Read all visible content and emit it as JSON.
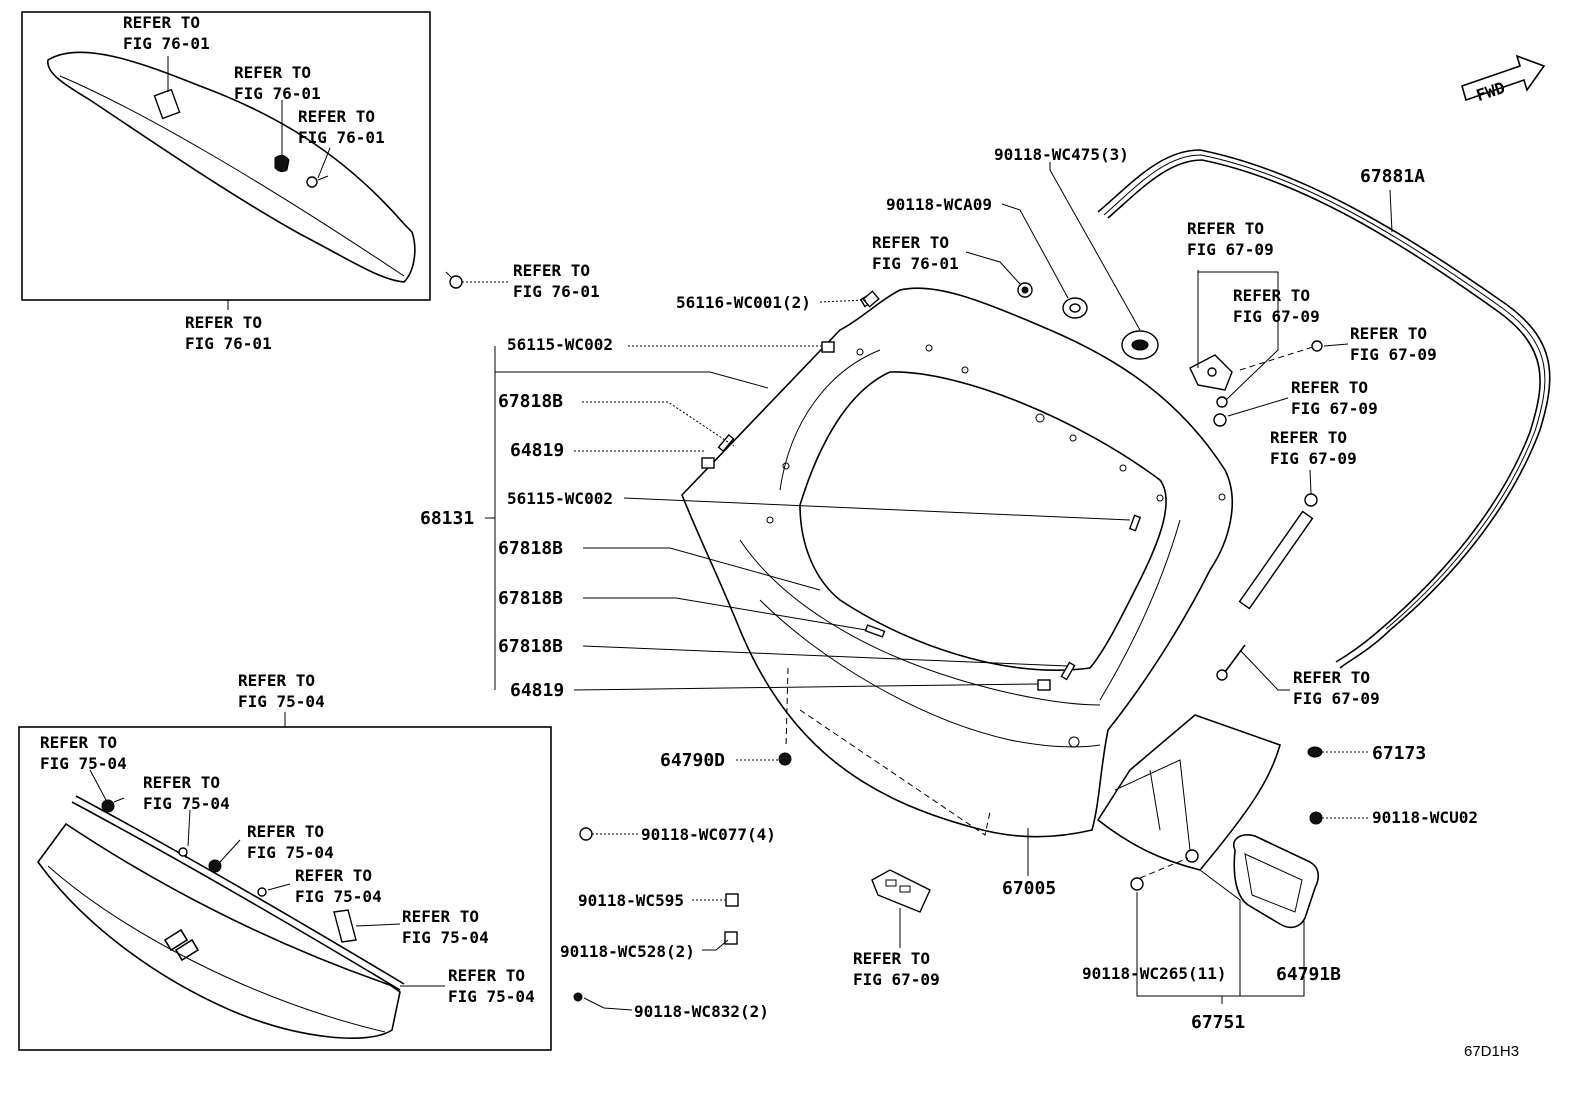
{
  "diagram_code": "67D1H3",
  "fwd_label": "FWD",
  "labels": {
    "spoiler_refer_a": "REFER TO\nFIG 76-01",
    "spoiler_refer_b": "REFER TO\nFIG 76-01",
    "spoiler_refer_c": "REFER TO\nFIG 76-01",
    "spoiler_refer_bottom": "REFER TO\nFIG 76-01",
    "spoiler_refer_bolt": "REFER TO\nFIG 76-01",
    "p_56116": "56116-WC001(2)",
    "p_56115_a": "56115-WC002",
    "p_67818b_a": "67818B",
    "p_64819_a": "64819",
    "p_68131": "68131",
    "p_56115_b": "56115-WC002",
    "p_67818b_b": "67818B",
    "p_67818b_c": "67818B",
    "p_67818b_d": "67818B",
    "p_64819_b": "64819",
    "p_64790d": "64790D",
    "p_90118_wca09": "90118-WCA09",
    "p_90118_wc475": "90118-WC475(3)",
    "refer_76_01_door": "REFER TO\nFIG 76-01",
    "p_67881a": "67881A",
    "refer_67_09_hinge": "REFER TO\nFIG 67-09",
    "refer_67_09_b": "REFER TO\nFIG 67-09",
    "refer_67_09_c": "REFER TO\nFIG 67-09",
    "refer_67_09_d": "REFER TO\nFIG 67-09",
    "refer_67_09_e": "REFER TO\nFIG 67-09",
    "refer_67_09_strut": "REFER TO\nFIG 67-09",
    "p_67173": "67173",
    "p_90118_wcu02": "90118-WCU02",
    "p_67005": "67005",
    "refer_67_09_switch": "REFER TO\nFIG 67-09",
    "p_90118_wc077": "90118-WC077(4)",
    "p_90118_wc595": "90118-WC595",
    "p_90118_wc528": "90118-WC528(2)",
    "p_90118_wc832": "90118-WC832(2)",
    "p_90118_wc265": "90118-WC265(11)",
    "p_64791b": "64791B",
    "p_67751": "67751",
    "garnish_refer_top": "REFER TO\nFIG 75-04",
    "garnish_refer_a": "REFER TO\nFIG 75-04",
    "garnish_refer_b": "REFER TO\nFIG 75-04",
    "garnish_refer_c": "REFER TO\nFIG 75-04",
    "garnish_refer_d": "REFER TO\nFIG 75-04",
    "garnish_refer_e": "REFER TO\nFIG 75-04",
    "garnish_refer_f": "REFER TO\nFIG 75-04"
  }
}
